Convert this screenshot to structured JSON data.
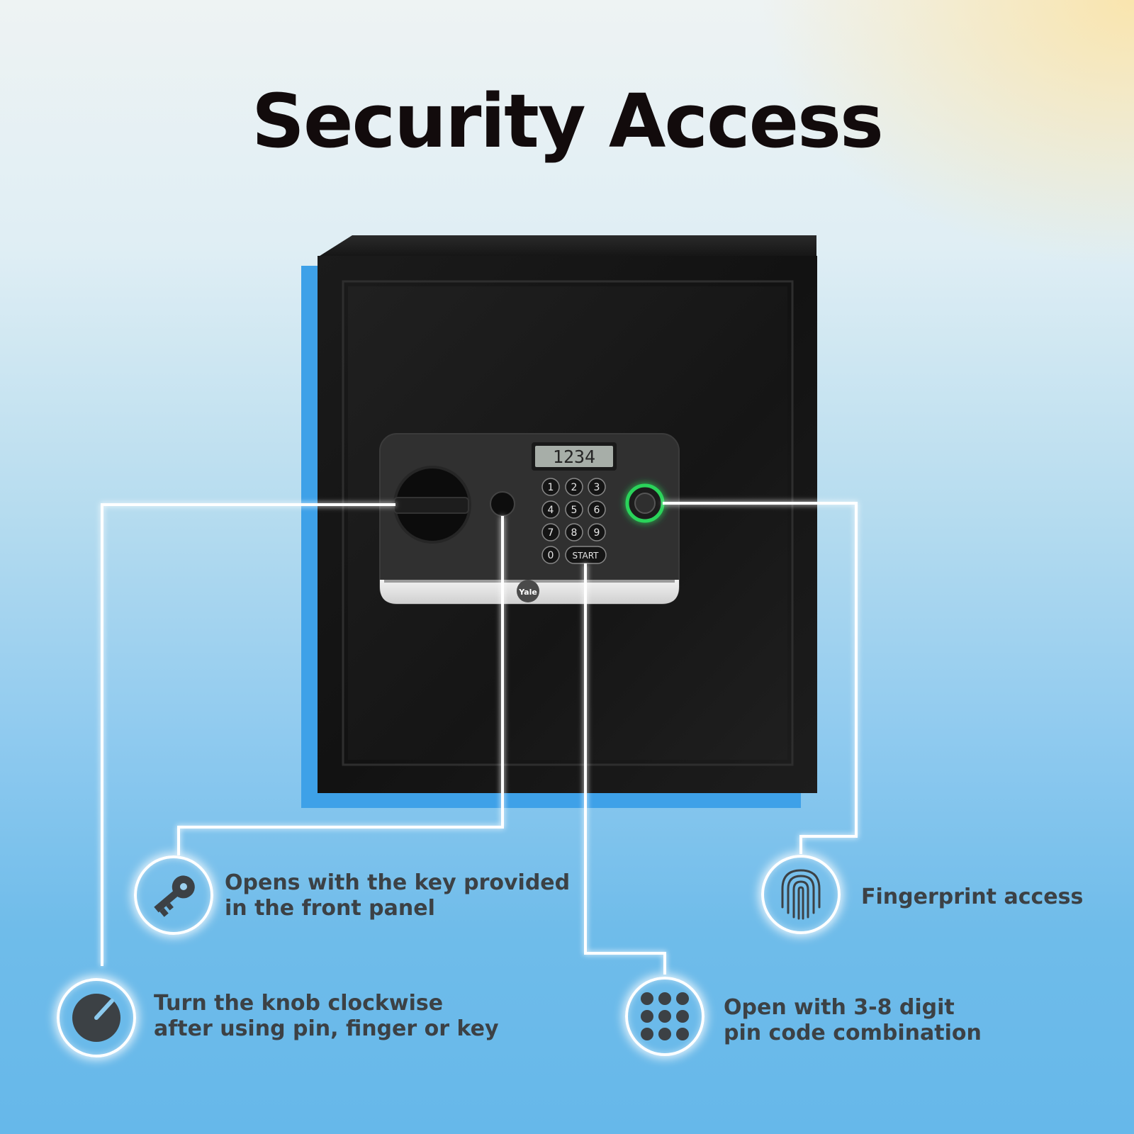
{
  "title": "Security Access",
  "safe": {
    "display_code": "1234",
    "keypad": [
      "1",
      "2",
      "3",
      "4",
      "5",
      "6",
      "7",
      "8",
      "9",
      "0",
      "START"
    ],
    "brand": "Yale"
  },
  "features": {
    "key": {
      "icon": "key-icon",
      "lines": [
        "Opens with the key provided",
        "in the front panel"
      ]
    },
    "knob": {
      "icon": "knob-icon",
      "lines": [
        "Turn the knob clockwise",
        "after using pin, finger or key"
      ]
    },
    "fingerprint": {
      "icon": "fingerprint-icon",
      "lines": [
        "Fingerprint access"
      ]
    },
    "pin": {
      "icon": "keypad-dots-icon",
      "lines": [
        "Open with 3-8 digit",
        "pin code combination"
      ]
    }
  },
  "colors": {
    "title": "#120b0c",
    "feature_text": "#3c4145",
    "safe_body": "#161616",
    "shadow": "#3ea1e8",
    "fingerprint_ring": "#2bd35a",
    "callout_line": "#ffffff"
  }
}
